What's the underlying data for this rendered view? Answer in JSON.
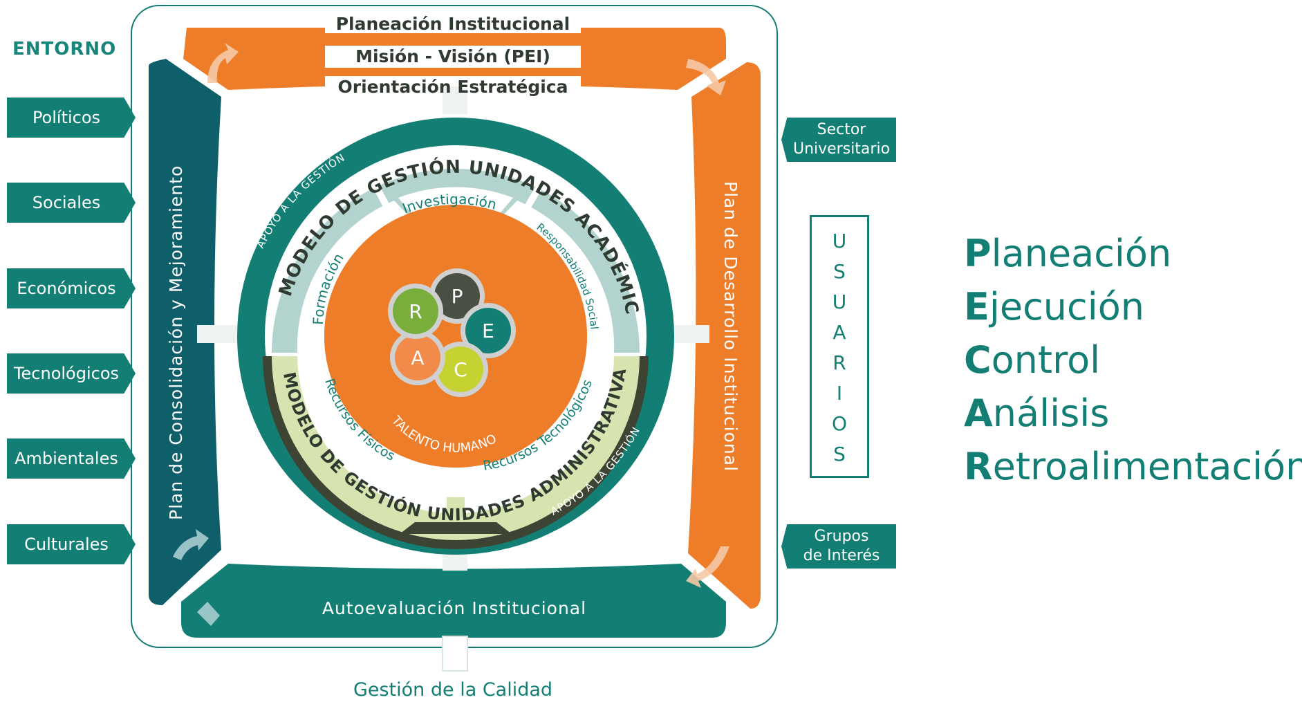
{
  "entorno": {
    "title": "ENTORNO",
    "items": [
      "Políticos",
      "Sociales",
      "Económicos",
      "Tecnológicos",
      "Ambientales",
      "Culturales"
    ]
  },
  "top_band": {
    "line1": "Planeación Institucional",
    "line2": "Misión - Visión (PEI)",
    "line3": "Orientación Estratégica"
  },
  "left_band": "Plan de Consolidación y Mejoramiento",
  "right_band": "Plan de Desarrollo Institucional",
  "bottom_band": "Autoevaluación Institucional",
  "footer": "Gestión de la Calidad",
  "right_tags": {
    "sector_line1": "Sector",
    "sector_line2": "Universitario",
    "grupos_line1": "Grupos",
    "grupos_line2": "de Interés"
  },
  "usuarios": [
    "U",
    "S",
    "U",
    "A",
    "R",
    "I",
    "O",
    "S"
  ],
  "circle": {
    "apoyo_top": "APOYO A LA GESTIÓN",
    "apoyo_bottom": "APOYO A LA GESTIÓN",
    "academic_title": "MODELO DE GESTIÓN UNIDADES ACADÉMICAS",
    "admin_title": "MODELO DE GESTIÓN UNIDADES ADMINISTRATIVAS",
    "formacion": "Formación",
    "investigacion": "Investigación",
    "responsabilidad": "Responsabilidad Social",
    "recursos_fisicos": "Recursos Físicos",
    "recursos_tecnologicos": "Recursos Tecnológicos",
    "talento": "TALENTO HUMANO"
  },
  "gears": [
    {
      "letter": "P",
      "color": "#4a4f44"
    },
    {
      "letter": "E",
      "color": "#137f74"
    },
    {
      "letter": "C",
      "color": "#c6d232"
    },
    {
      "letter": "A",
      "color": "#f28a4a"
    },
    {
      "letter": "R",
      "color": "#7aae3c"
    }
  ],
  "pecar": [
    {
      "initial": "P",
      "rest": "laneación"
    },
    {
      "initial": "E",
      "rest": "jecución"
    },
    {
      "initial": "C",
      "rest": "ontrol"
    },
    {
      "initial": "A",
      "rest": "nálisis"
    },
    {
      "initial": "R",
      "rest": "etroalimentación"
    }
  ],
  "colors": {
    "teal": "#137f74",
    "dark_teal": "#0f5f6a",
    "orange": "#ee7d2a",
    "light_green": "#d8e4b0",
    "light_teal": "#b3d3cf",
    "dark_olive": "#3e4433"
  }
}
